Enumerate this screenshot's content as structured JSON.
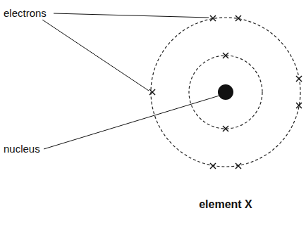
{
  "diagram": {
    "caption": "element X",
    "labels": [
      "electrons",
      "nucleus"
    ]
  }
}
